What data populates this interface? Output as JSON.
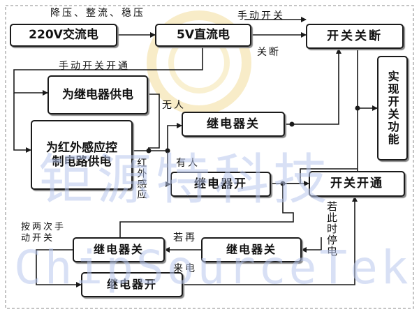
{
  "diagram": {
    "nodes": {
      "ac220": "220V交流电",
      "dc5v": "5V直流电",
      "switch_off": "开关关断",
      "switch_on": "开关开通",
      "realize": "实现开关功能",
      "relay_power": "为继电器供电",
      "ir_power": "为红外感应控制电路供电",
      "relay_off_1": "继电器关",
      "relay_on_1": "继电器开",
      "relay_off_2": "继电器关",
      "relay_off_3": "继电器关",
      "relay_on_2": "继电器开"
    },
    "labels": {
      "rectify": "降压、整流、稳压",
      "manual_off": "手动开关",
      "off": "关断",
      "manual_on": "手动开关开通",
      "nobody": "无人",
      "somebody": "有人",
      "ir_sense": "红外感应",
      "double_press": "按两次手",
      "double_press_2": "动开关",
      "power_restore": "若再",
      "power_restore_2": "来电",
      "power_cut": "若此时停电"
    },
    "watermark": {
      "cn": "钜源特科技",
      "en": "ChipSourceTek"
    },
    "colors": {
      "line": "#1a1a1a",
      "watermark": "#b9c8ee",
      "logo": "#f2dd9a"
    }
  }
}
